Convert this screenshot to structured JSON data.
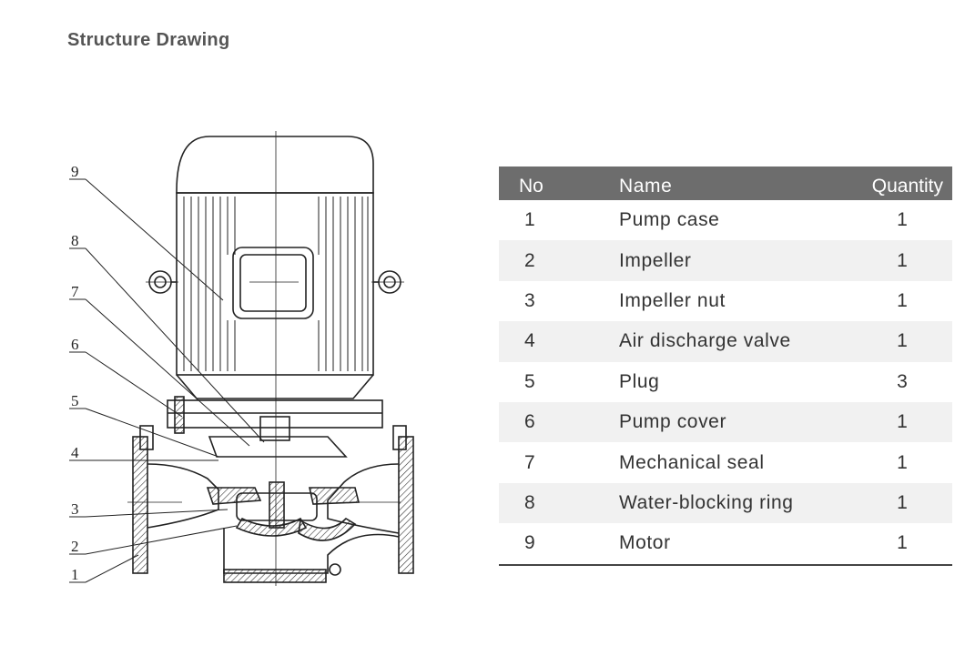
{
  "title": "Structure Drawing",
  "table": {
    "headers": {
      "no": "No",
      "name": "Name",
      "quantity": "Quantity"
    },
    "rows": [
      {
        "no": "1",
        "name": "Pump case",
        "quantity": "1"
      },
      {
        "no": "2",
        "name": "Impeller",
        "quantity": "1"
      },
      {
        "no": "3",
        "name": "Impeller nut",
        "quantity": "1"
      },
      {
        "no": "4",
        "name": "Air discharge valve",
        "quantity": "1"
      },
      {
        "no": "5",
        "name": "Plug",
        "quantity": "3"
      },
      {
        "no": "6",
        "name": "Pump cover",
        "quantity": "1"
      },
      {
        "no": "7",
        "name": "Mechanical seal",
        "quantity": "1"
      },
      {
        "no": "8",
        "name": "Water-blocking ring",
        "quantity": "1"
      },
      {
        "no": "9",
        "name": "Motor",
        "quantity": "1"
      }
    ]
  },
  "drawing": {
    "callouts": [
      "9",
      "8",
      "7",
      "6",
      "5",
      "4",
      "3",
      "2",
      "1"
    ]
  }
}
